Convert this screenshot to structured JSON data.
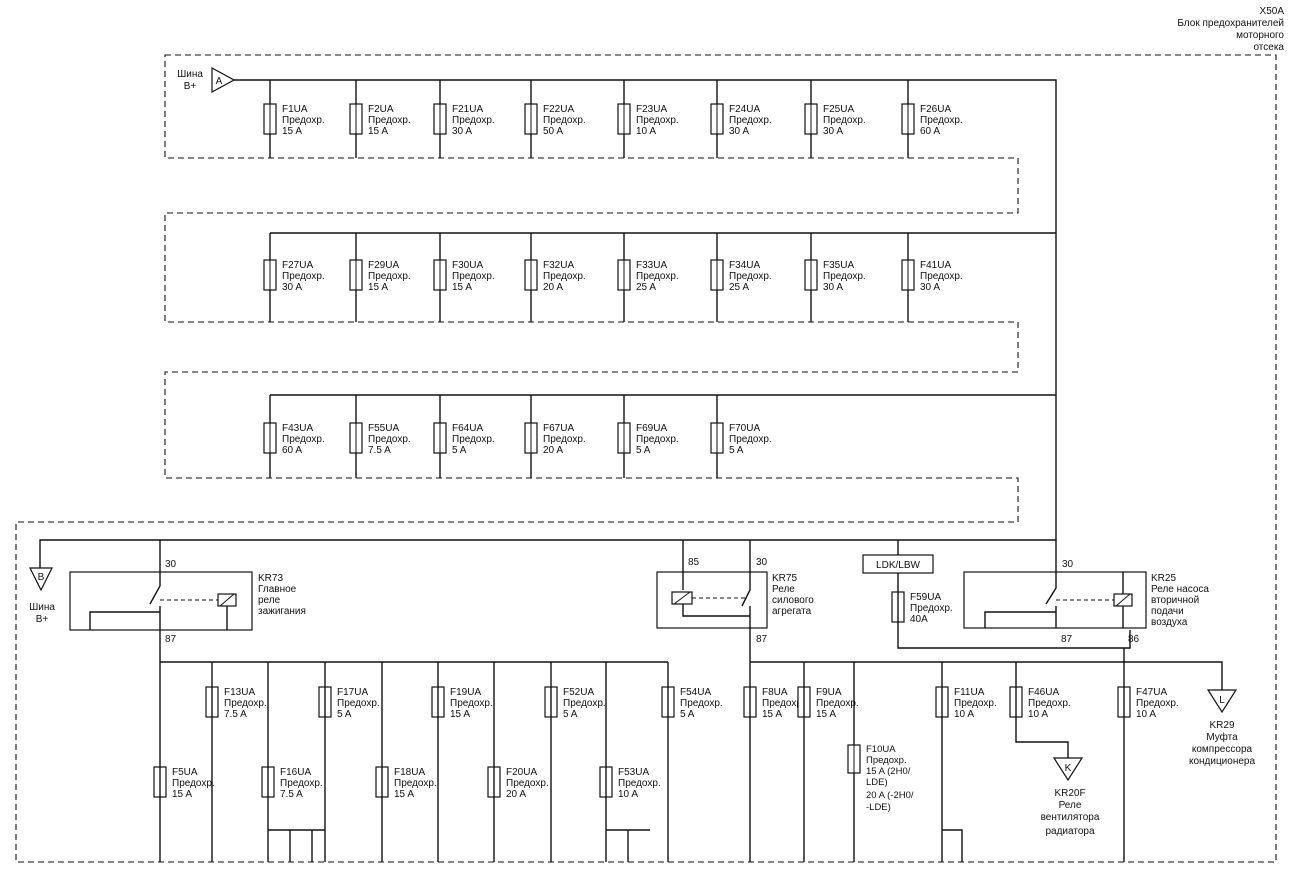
{
  "block": {
    "code": "X50A",
    "title_lines": [
      "Блок предохранителей",
      "моторного",
      "отсека"
    ]
  },
  "bus_a": {
    "marker": "A",
    "label_lines": [
      "Шина",
      "B+"
    ]
  },
  "bus_b": {
    "marker": "B",
    "label_lines": [
      "Шина",
      "B+"
    ]
  },
  "fuses": [
    {
      "id": "F1UA",
      "sub": "Предохр.",
      "rating": "15 A"
    },
    {
      "id": "F2UA",
      "sub": "Предохр.",
      "rating": "15 A"
    },
    {
      "id": "F21UA",
      "sub": "Предохр.",
      "rating": "30 A"
    },
    {
      "id": "F22UA",
      "sub": "Предохр.",
      "rating": "50 A"
    },
    {
      "id": "F23UA",
      "sub": "Предохр.",
      "rating": "10 A"
    },
    {
      "id": "F24UA",
      "sub": "Предохр.",
      "rating": "30 A"
    },
    {
      "id": "F25UA",
      "sub": "Предохр.",
      "rating": "30 A"
    },
    {
      "id": "F26UA",
      "sub": "Предохр.",
      "rating": "60 A"
    },
    {
      "id": "F27UA",
      "sub": "Предохр.",
      "rating": "30 A"
    },
    {
      "id": "F29UA",
      "sub": "Предохр.",
      "rating": "15 A"
    },
    {
      "id": "F30UA",
      "sub": "Предохр.",
      "rating": "15 A"
    },
    {
      "id": "F32UA",
      "sub": "Предохр.",
      "rating": "20 A"
    },
    {
      "id": "F33UA",
      "sub": "Предохр.",
      "rating": "25 A"
    },
    {
      "id": "F34UA",
      "sub": "Предохр.",
      "rating": "25 A"
    },
    {
      "id": "F35UA",
      "sub": "Предохр.",
      "rating": "30 A"
    },
    {
      "id": "F41UA",
      "sub": "Предохр.",
      "rating": "30 A"
    },
    {
      "id": "F43UA",
      "sub": "Предохр.",
      "rating": "60 A"
    },
    {
      "id": "F55UA",
      "sub": "Предохр.",
      "rating": "7.5 A"
    },
    {
      "id": "F64UA",
      "sub": "Предохр.",
      "rating": "5 A"
    },
    {
      "id": "F67UA",
      "sub": "Предохр.",
      "rating": "20 A"
    },
    {
      "id": "F69UA",
      "sub": "Предохр.",
      "rating": "5 A"
    },
    {
      "id": "F70UA",
      "sub": "Предохр.",
      "rating": "5 A"
    },
    {
      "id": "F59UA",
      "sub": "Предохр.",
      "rating": "40A"
    },
    {
      "id": "F13UA",
      "sub": "Предохр.",
      "rating": "7.5 A"
    },
    {
      "id": "F17UA",
      "sub": "Предохр.",
      "rating": "5 A"
    },
    {
      "id": "F19UA",
      "sub": "Предохр.",
      "rating": "15 A"
    },
    {
      "id": "F52UA",
      "sub": "Предохр.",
      "rating": "5 A"
    },
    {
      "id": "F54UA",
      "sub": "Предохр.",
      "rating": "5 A"
    },
    {
      "id": "F5UA",
      "sub": "Предохр.",
      "rating": "15 A"
    },
    {
      "id": "F16UA",
      "sub": "Предохр.",
      "rating": "7.5 A"
    },
    {
      "id": "F18UA",
      "sub": "Предохр.",
      "rating": "15 A"
    },
    {
      "id": "F20UA",
      "sub": "Предохр.",
      "rating": "20 A"
    },
    {
      "id": "F53UA",
      "sub": "Предохр.",
      "rating": "10 A"
    },
    {
      "id": "F8UA",
      "sub": "Предохр.",
      "rating": "15 A"
    },
    {
      "id": "F9UA",
      "sub": "Предохр.",
      "rating": "15 A"
    },
    {
      "id": "F11UA",
      "sub": "Предохр.",
      "rating": "10 A"
    },
    {
      "id": "F46UA",
      "sub": "Предохр.",
      "rating": "10 A"
    },
    {
      "id": "F47UA",
      "sub": "Предохр.",
      "rating": "10 A"
    }
  ],
  "fuse_f10": {
    "id": "F10UA",
    "lines": [
      "Предохр.",
      "15 A (2H0/",
      "LDE)",
      "20 A (-2H0/",
      "-LDE)"
    ]
  },
  "relays": [
    {
      "code": "KR73",
      "desc_lines": [
        "Главное",
        "реле",
        "зажигания"
      ],
      "pin_in": "30",
      "pin_out": "87"
    },
    {
      "code": "KR75",
      "desc_lines": [
        "Реле",
        "силового",
        "агрегата"
      ],
      "pin_in": "30",
      "pin_coil": "85",
      "pin_out": "87"
    },
    {
      "code": "KR25",
      "desc_lines": [
        "Реле насоса",
        "вторичной",
        "подачи",
        "воздуха"
      ],
      "pin_in": "30",
      "pin_out": "87",
      "pin_coil": "86"
    }
  ],
  "option_box": "LDK/LBW",
  "loads": [
    {
      "marker": "K",
      "code": "KR20F",
      "desc_lines": [
        "Реле",
        "вентилятора",
        "радиатора"
      ]
    },
    {
      "marker": "L",
      "code": "KR29",
      "desc_lines": [
        "Муфта",
        "компрессора",
        "кондиционера"
      ]
    }
  ]
}
